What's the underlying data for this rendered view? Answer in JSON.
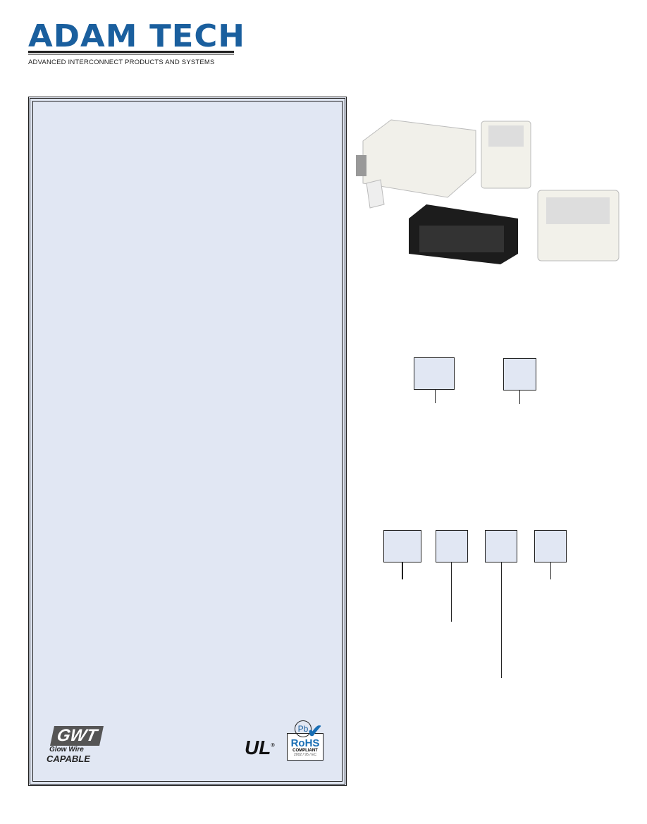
{
  "header": {
    "brand": "ADAM TECH",
    "tagline": "ADVANCED INTERCONNECT PRODUCTS AND SYSTEMS"
  },
  "certifications": {
    "gwt": "GWT",
    "gwt_line1": "Glow Wire",
    "gwt_line2": "CAPABLE",
    "ul": "UL",
    "ul_reg": "®",
    "rohs_pb": "Pb",
    "rohs": "RoHS",
    "rohs_compliant": "COMPLIANT",
    "rohs_directive": "2002 / 95 / EC"
  },
  "colors": {
    "brand_blue": "#1a5f9e",
    "panel_bg": "#e1e7f3"
  }
}
